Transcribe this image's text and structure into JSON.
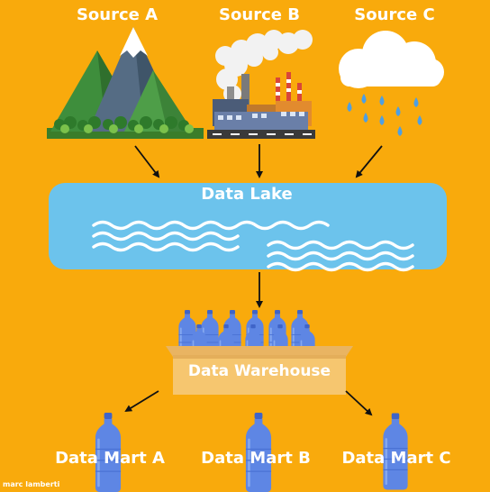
{
  "sources": [
    {
      "label": "Source A",
      "icon": "mountain-icon"
    },
    {
      "label": "Source B",
      "icon": "factory-icon"
    },
    {
      "label": "Source C",
      "icon": "rain-cloud-icon"
    }
  ],
  "lake": {
    "label": "Data Lake",
    "icon": "water-waves-icon"
  },
  "warehouse": {
    "label": "Data Warehouse",
    "icon": "bottle-box-icon"
  },
  "marts": [
    {
      "label": "Data Mart A",
      "icon": "bottle-icon"
    },
    {
      "label": "Data Mart B",
      "icon": "bottle-icon"
    },
    {
      "label": "Data Mart C",
      "icon": "bottle-icon"
    }
  ],
  "credit": "marc lamberti",
  "colors": {
    "background": "#F9AA0C",
    "lake": "#6CC3EC",
    "box": "#F6C66F",
    "bottle": "#5E86E4",
    "text": "#FFFFFF"
  }
}
